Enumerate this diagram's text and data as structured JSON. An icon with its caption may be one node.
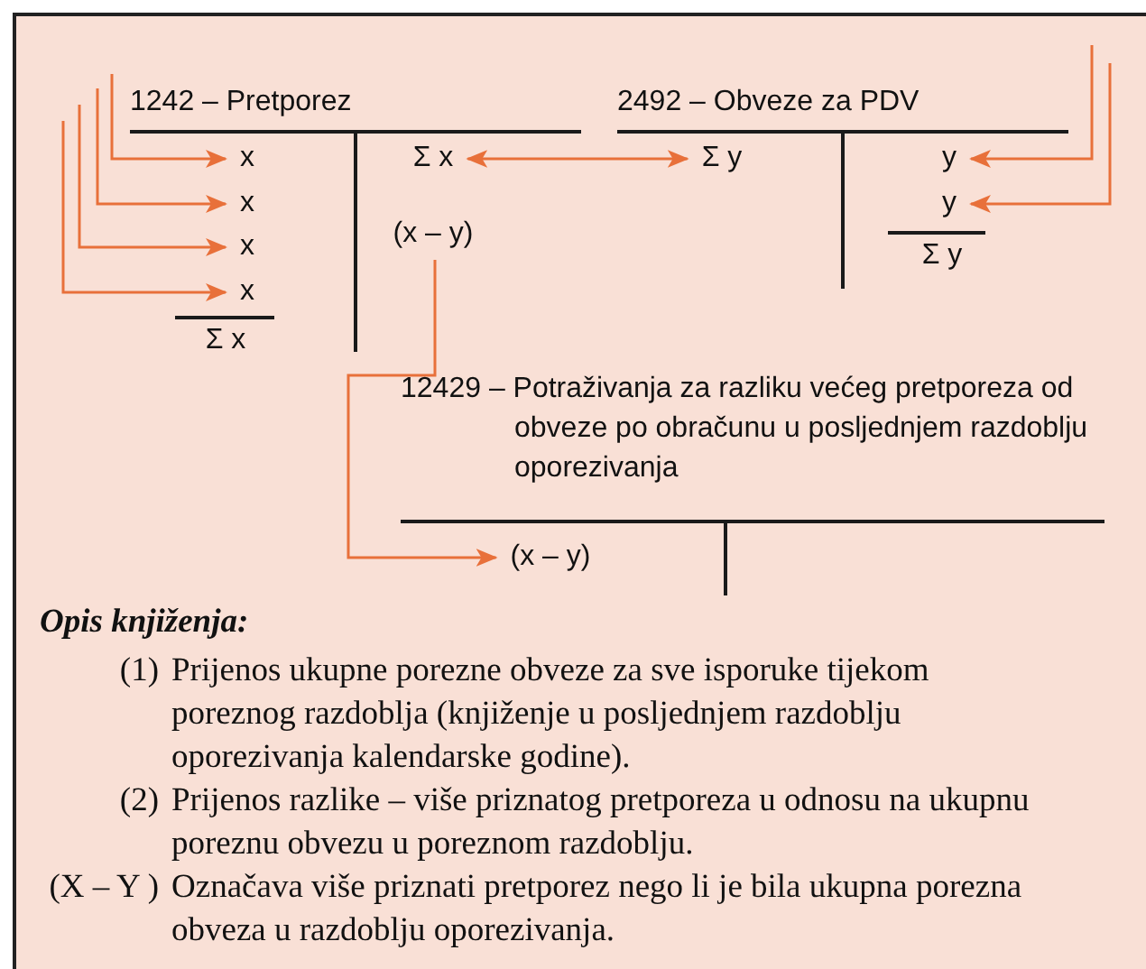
{
  "diagram": {
    "nodes": [
      {
        "text": [
          "x"
        ]
      },
      {
        "text": [
          "x"
        ]
      },
      {
        "text": [
          "x"
        ]
      },
      {
        "text": [
          "x"
        ]
      },
      {
        "text": [
          "Σ x"
        ]
      },
      {
        "text": [
          "Σ y"
        ]
      },
      {
        "text": [
          "y"
        ]
      },
      {
        "text": [
          "y"
        ]
      },
      {
        "text": [
          "(x – y)"
        ]
      },
      {
        "text": [
          "(x – y)"
        ]
      }
    ],
    "edges": [
      {
        "from": null,
        "to": 0,
        "arrow": "to"
      },
      {
        "from": null,
        "to": 1,
        "arrow": "to"
      },
      {
        "from": null,
        "to": 2,
        "arrow": "to"
      },
      {
        "from": null,
        "to": 3,
        "arrow": "to"
      },
      {
        "from": 4,
        "to": 5,
        "arrow": "both"
      },
      {
        "from": null,
        "to": 6,
        "arrow": "to"
      },
      {
        "from": null,
        "to": 7,
        "arrow": "to"
      },
      {
        "from": 8,
        "to": 9,
        "arrow": "to"
      }
    ],
    "labels": [
      "1242 – Pretporez",
      "2492 – Obveze za PDV",
      "Σ x",
      "Σ y",
      "12429 – Potraživanja za razliku većeg pretporeza od obveze po obračunu u posljednjem razdoblju oporezivanja",
      "Opis knjiženja:",
      "(1)",
      "Prijenos ukupne porezne obveze za sve isporuke tijekom poreznog razdoblja (knjiženje u posljednjem razdoblju oporezivanja kalendarske godine).",
      "(2)",
      "Prijenos razlike – više priznatog pretporeza u odnosu na ukupnu poreznu obvezu u poreznom razdoblju.",
      "(X – Y )",
      "Označava više priznati pretporez nego li je bila ukupna porezna obveza u razdoblju oporezivanja."
    ]
  }
}
